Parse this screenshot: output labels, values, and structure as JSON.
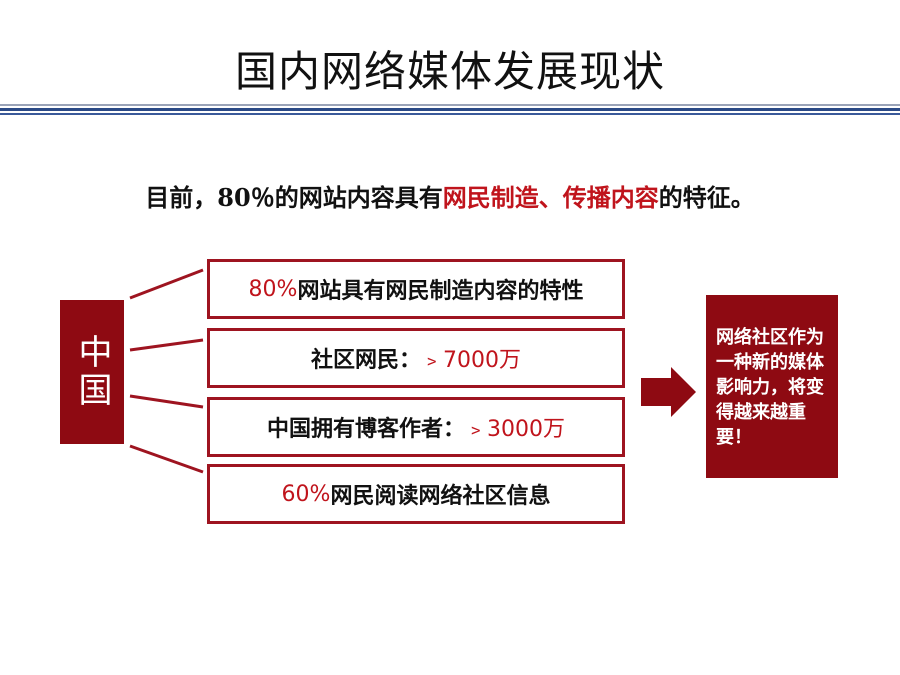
{
  "slide": {
    "title": "国内网络媒体发展现状",
    "subtitle": {
      "prefix": "目前，80％的网站内容具有",
      "highlight": "网民制造、传播内容",
      "suffix": "的特征。"
    },
    "left_label": "中国",
    "items": [
      {
        "prefix": "80%",
        "text": "网站具有网民制造内容的特性",
        "suffix": ""
      },
      {
        "prefix": "",
        "text": "社区网民：",
        "suffix": "﹥7000万"
      },
      {
        "prefix": "",
        "text": "中国拥有博客作者：",
        "suffix": "﹥3000万"
      },
      {
        "prefix": "60%",
        "text": "网民阅读网络社区信息",
        "suffix": ""
      }
    ],
    "conclusion": "网络社区作为一种新的媒体影响力，将变得越来越重要！",
    "colors": {
      "accent_red": "#c0141c",
      "box_fill": "#8e0a12",
      "rule_blue": "#2c4a86"
    }
  }
}
